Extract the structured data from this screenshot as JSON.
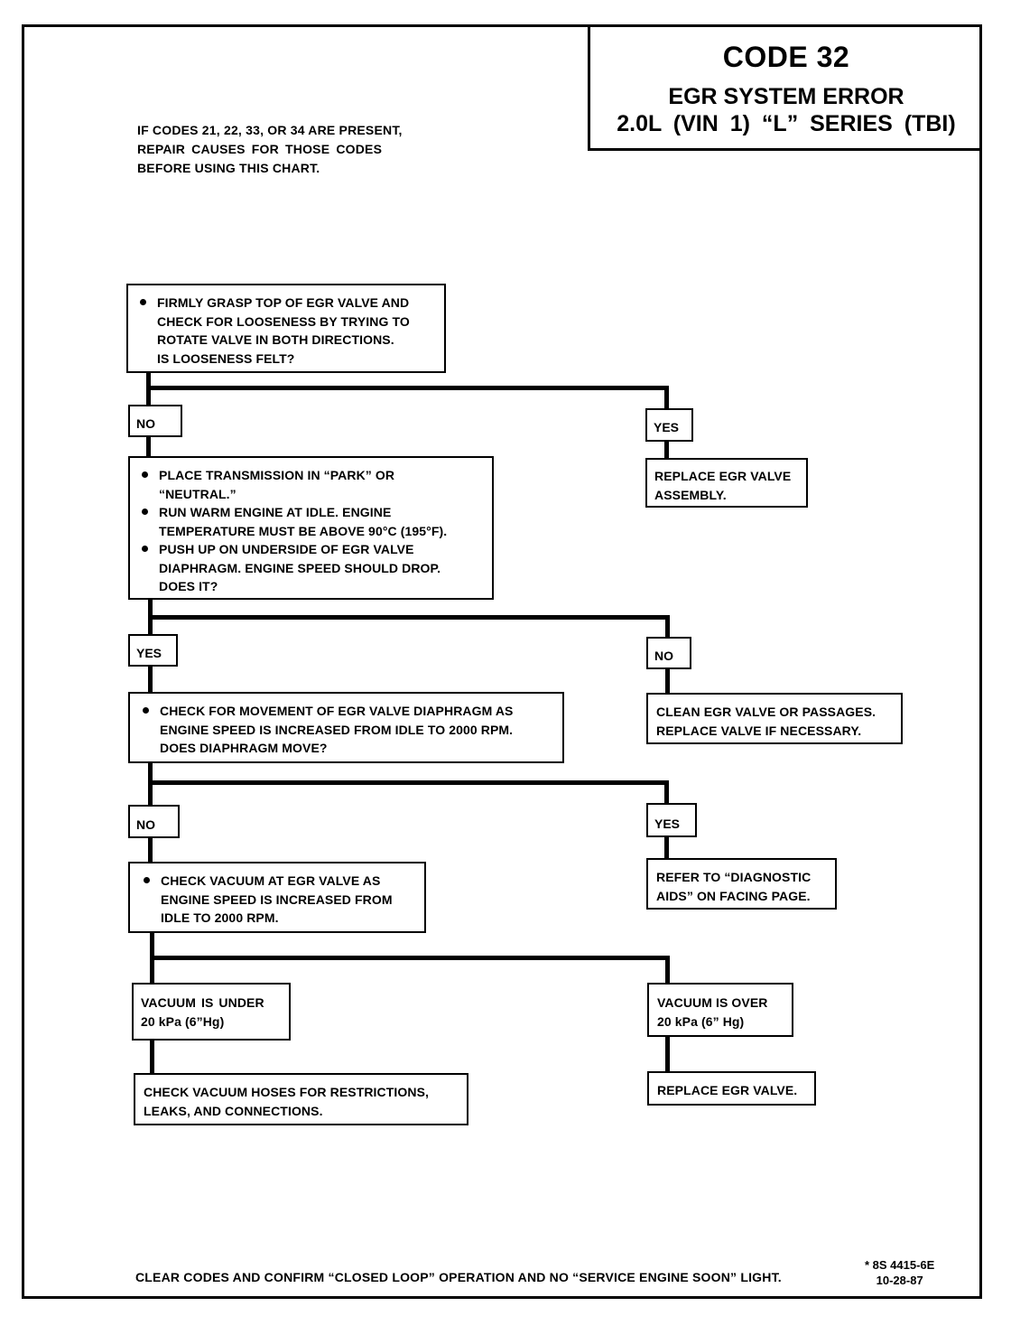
{
  "header": {
    "code": "CODE 32",
    "title": "EGR SYSTEM ERROR",
    "subtitle": "2.0L  (VIN 1)  “L”  SERIES  (TBI)"
  },
  "precondition": [
    "IF CODES 21, 22, 33, OR 34 ARE PRESENT,",
    "REPAIR  CAUSES  FOR  THOSE  CODES",
    "BEFORE USING THIS CHART."
  ],
  "step1": {
    "bullet": [
      "FIRMLY GRASP TOP OF EGR VALVE AND",
      "CHECK FOR LOOSENESS BY TRYING TO",
      "ROTATE VALVE IN BOTH DIRECTIONS.",
      "IS LOOSENESS FELT?"
    ],
    "no_label": "NO",
    "yes_label": "YES",
    "yes_action": [
      "REPLACE EGR VALVE",
      "ASSEMBLY."
    ]
  },
  "step2": {
    "bullets": [
      [
        "PLACE TRANSMISSION IN “PARK” OR",
        "“NEUTRAL.”"
      ],
      [
        "RUN WARM ENGINE AT IDLE.  ENGINE",
        "TEMPERATURE MUST BE  ABOVE 90°C (195°F)."
      ],
      [
        "PUSH UP ON UNDERSIDE OF EGR VALVE",
        "DIAPHRAGM.  ENGINE SPEED SHOULD DROP.",
        "DOES IT?"
      ]
    ],
    "yes_label": "YES",
    "no_label": "NO",
    "no_action": [
      "CLEAN EGR VALVE OR PASSAGES.",
      "REPLACE VALVE IF NECESSARY."
    ]
  },
  "step3": {
    "bullet": [
      "CHECK FOR MOVEMENT OF EGR VALVE DIAPHRAGM AS",
      "ENGINE SPEED IS INCREASED FROM IDLE TO 2000 RPM.",
      "DOES DIAPHRAGM MOVE?"
    ],
    "no_label": "NO",
    "yes_label": "YES",
    "yes_action": [
      "REFER TO  “DIAGNOSTIC",
      "AIDS” ON FACING PAGE."
    ]
  },
  "step4": {
    "bullet": [
      "CHECK VACUUM AT EGR VALVE AS",
      "ENGINE SPEED IS INCREASED FROM",
      "IDLE TO 2000 RPM."
    ],
    "under_label": [
      "VACUUM  IS  UNDER",
      "20 kPa (6”Hg)"
    ],
    "over_label": [
      "VACUUM IS  OVER",
      "20 kPa (6” Hg)"
    ],
    "under_action": [
      "CHECK VACUUM HOSES FOR RESTRICTIONS,",
      "LEAKS, AND CONNECTIONS."
    ],
    "over_action": [
      "REPLACE EGR VALVE."
    ]
  },
  "footer": {
    "note": "CLEAR CODES AND CONFIRM “CLOSED LOOP” OPERATION AND NO “SERVICE ENGINE SOON” LIGHT.",
    "doc_number": "* 8S 4415-6E",
    "doc_date": "10-28-87"
  }
}
